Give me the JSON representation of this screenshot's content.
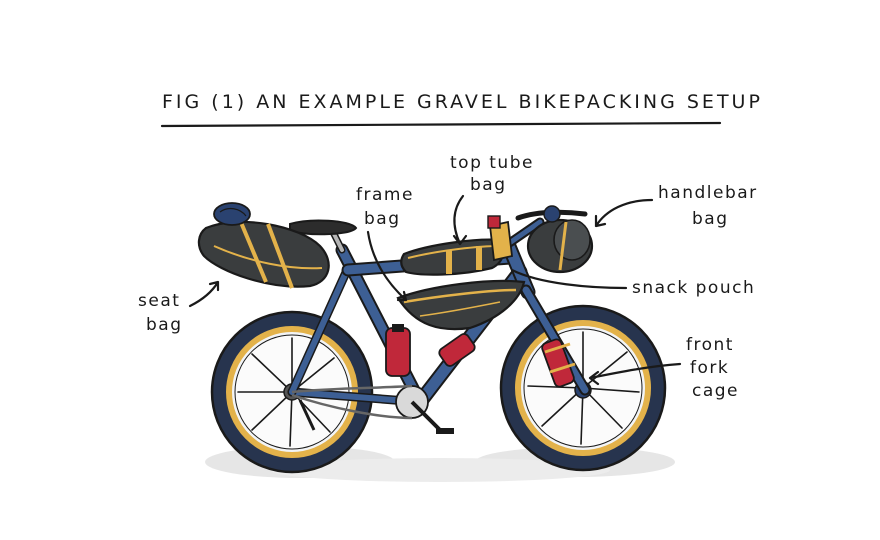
{
  "title": "FIG (1) AN EXAMPLE GRAVEL BIKEPACKING SETUP",
  "labels": {
    "seat_bag": [
      "seat",
      "bag"
    ],
    "frame_bag": [
      "frame",
      "bag"
    ],
    "top_tube_bag": [
      "top tube",
      "bag"
    ],
    "handlebar_bag": [
      "handlebar",
      "bag"
    ],
    "snack_pouch": [
      "snack pouch"
    ],
    "front_fork_cage": [
      "front",
      "fork",
      "cage"
    ]
  },
  "colors": {
    "frame": "#3d5f94",
    "frame_dark": "#2a4270",
    "tire": "#27344e",
    "rim": "#e3b24a",
    "bag": "#3a3d3e",
    "strap": "#e3b24a",
    "bottle": "#c0283a",
    "ink": "#1a1a1a",
    "shadow": "#e4e4e4"
  }
}
